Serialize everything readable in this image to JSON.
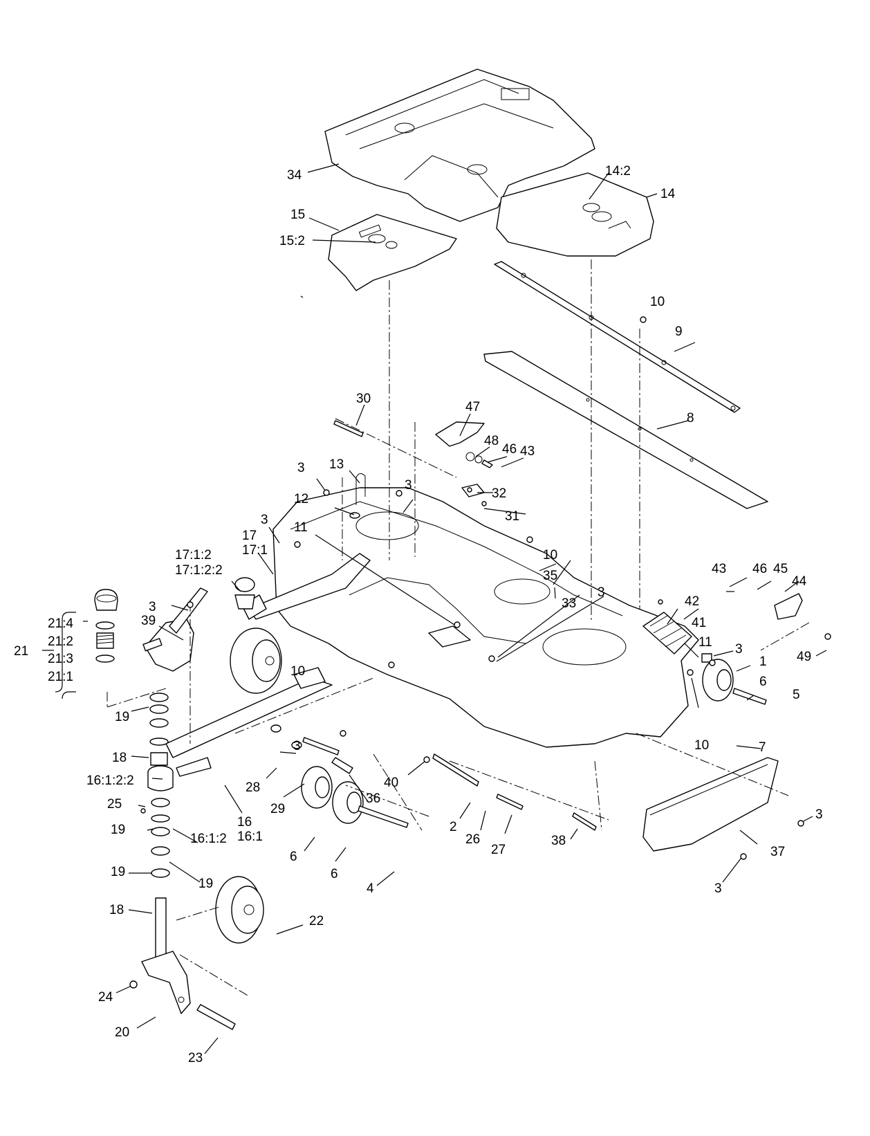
{
  "callouts": [
    {
      "text": "34"
    },
    {
      "text": "14:2"
    },
    {
      "text": "14"
    },
    {
      "text": "15"
    },
    {
      "text": "15:2"
    },
    {
      "text": "10"
    },
    {
      "text": "9"
    },
    {
      "text": "8"
    },
    {
      "text": "30"
    },
    {
      "text": "47"
    },
    {
      "text": "48"
    },
    {
      "text": "46"
    },
    {
      "text": "43"
    },
    {
      "text": "3"
    },
    {
      "text": "13"
    },
    {
      "text": "3"
    },
    {
      "text": "32"
    },
    {
      "text": "12"
    },
    {
      "text": "31"
    },
    {
      "text": "3"
    },
    {
      "text": "17"
    },
    {
      "text": "17:1"
    },
    {
      "text": "11"
    },
    {
      "text": "17:1:2"
    },
    {
      "text": "17:1:2:2"
    },
    {
      "text": "10"
    },
    {
      "text": "35"
    },
    {
      "text": "33"
    },
    {
      "text": "3"
    },
    {
      "text": "43"
    },
    {
      "text": "46"
    },
    {
      "text": "45"
    },
    {
      "text": "44"
    },
    {
      "text": "42"
    },
    {
      "text": "41"
    },
    {
      "text": "3"
    },
    {
      "text": "39"
    },
    {
      "text": "21:4"
    },
    {
      "text": "21:2"
    },
    {
      "text": "21"
    },
    {
      "text": "21:3"
    },
    {
      "text": "21:1"
    },
    {
      "text": "11"
    },
    {
      "text": "3"
    },
    {
      "text": "49"
    },
    {
      "text": "10"
    },
    {
      "text": "1"
    },
    {
      "text": "6"
    },
    {
      "text": "5"
    },
    {
      "text": "10"
    },
    {
      "text": "19"
    },
    {
      "text": "7"
    },
    {
      "text": "18"
    },
    {
      "text": "3"
    },
    {
      "text": "16:1:2:2"
    },
    {
      "text": "28"
    },
    {
      "text": "40"
    },
    {
      "text": "29"
    },
    {
      "text": "36"
    },
    {
      "text": "25"
    },
    {
      "text": "16"
    },
    {
      "text": "16:1"
    },
    {
      "text": "2"
    },
    {
      "text": "26"
    },
    {
      "text": "27"
    },
    {
      "text": "19"
    },
    {
      "text": "16:1:2"
    },
    {
      "text": "38"
    },
    {
      "text": "3"
    },
    {
      "text": "37"
    },
    {
      "text": "6"
    },
    {
      "text": "6"
    },
    {
      "text": "4"
    },
    {
      "text": "19"
    },
    {
      "text": "19"
    },
    {
      "text": "3"
    },
    {
      "text": "18"
    },
    {
      "text": "22"
    },
    {
      "text": "24"
    },
    {
      "text": "20"
    },
    {
      "text": "23"
    }
  ]
}
